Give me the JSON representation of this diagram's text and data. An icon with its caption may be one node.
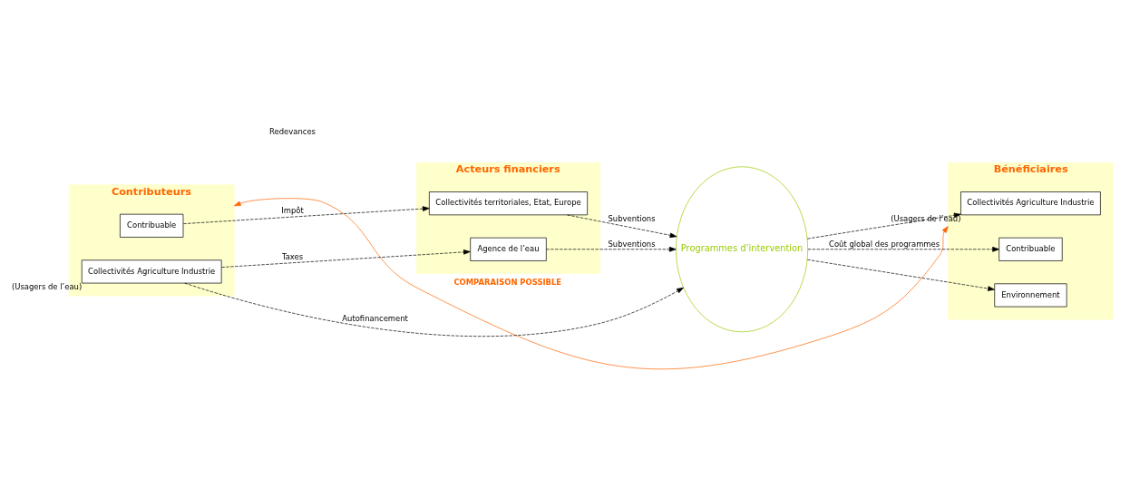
{
  "diagram": {
    "nodes": [
      {
        "text": [
          "Contributeurs"
        ]
      },
      {
        "text": [
          "Contribuable"
        ],
        "in": 0
      },
      {
        "text": [
          "Collectivités Agriculture Industrie"
        ],
        "in": 0,
        "beside": [
          "(Usagers de l’eau)"
        ]
      },
      {
        "text": [
          "Acteurs financiers"
        ]
      },
      {
        "text": [
          "Collectivités territoriales, Etat, Europe"
        ],
        "in": 3
      },
      {
        "text": [
          "Agence de l’eau"
        ],
        "in": 3
      },
      {
        "text": [
          "Programmes d’intervention"
        ]
      },
      {
        "text": [
          "Bénéficiaires"
        ]
      },
      {
        "text": [
          "Collectivités Agriculture Industrie"
        ],
        "in": 7,
        "beside": [
          "(Usagers de l’eau)"
        ]
      },
      {
        "text": [
          "Contribuable"
        ],
        "in": 7
      },
      {
        "text": [
          "Environnement"
        ],
        "in": 7
      }
    ],
    "edges": [
      {
        "from": 1,
        "to": 4,
        "arrow": "to",
        "label": "Impôt",
        "style": "dashed"
      },
      {
        "from": 2,
        "to": 5,
        "arrow": "to",
        "label": "Taxes",
        "style": "dashed"
      },
      {
        "from": 4,
        "to": 6,
        "arrow": "to",
        "label": "Subventions",
        "style": "dashed"
      },
      {
        "from": 5,
        "to": 6,
        "arrow": "to",
        "label": "Subventions",
        "style": "dashed"
      },
      {
        "from": 2,
        "to": 6,
        "arrow": "to",
        "label": "Autofinancement",
        "style": "dashed"
      },
      {
        "from": 6,
        "to": 8,
        "arrow": "to",
        "style": "dashed"
      },
      {
        "from": 6,
        "to": 9,
        "arrow": "to",
        "label": "Coût global des programmes",
        "style": "dashed"
      },
      {
        "from": 6,
        "to": 10,
        "arrow": "to",
        "style": "dashed"
      },
      {
        "from": 0,
        "to": 7,
        "arrow": "both",
        "label": "COMPARAISON POSSIBLE",
        "color": "#ff6600"
      }
    ],
    "labels": [
      "Redevances"
    ]
  }
}
